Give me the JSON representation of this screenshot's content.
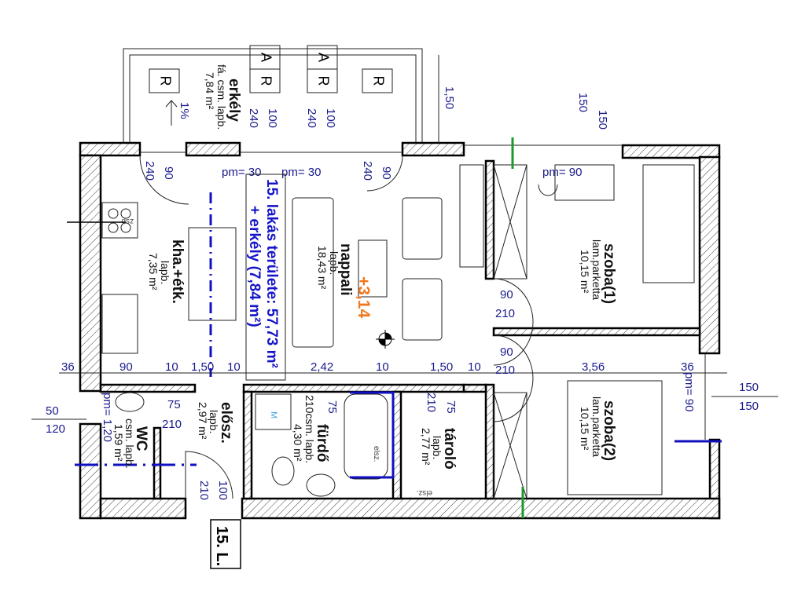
{
  "balcony": {
    "name": "erkély",
    "floor": "fá. csm. lapb.",
    "area": "7,84 m²",
    "slope": "1%"
  },
  "window_marks": {
    "R": "R",
    "A": "A"
  },
  "window_dims": {
    "w240": "240",
    "w100": "100",
    "w90": "90",
    "pm30": "pm= 30",
    "pm90": "pm= 90",
    "balcony_depth": "1,50",
    "t150": "150"
  },
  "apartment_label": {
    "line1": "15. lakás területe: 57,73 m²",
    "line2": "+ erkély (7,84 m²)"
  },
  "rooms": {
    "kitchen": {
      "name": "kha.+étk.",
      "floor": "lapb.",
      "area": "7,35 m²"
    },
    "living": {
      "name": "nappali",
      "floor": "lapb.",
      "area": "18,43 m²",
      "level": "+3,14"
    },
    "room1": {
      "name": "szoba(1)",
      "floor": "lam.parketta",
      "area": "10,15 m²"
    },
    "room2": {
      "name": "szoba(2)",
      "floor": "lam.parketta",
      "area": "10,15 m²"
    },
    "wc": {
      "name": "WC",
      "floor": "csm. lapb.",
      "area": "1,59 m²",
      "pm": "pm= 1,20"
    },
    "hall": {
      "name": "elősz.",
      "floor": "lapb.",
      "area": "2,97 m²"
    },
    "bath": {
      "name": "fürdő",
      "floor": "210csm. lapb.",
      "area": "4,30 m²"
    },
    "storage": {
      "name": "tároló",
      "floor": "lapb.",
      "area": "2,77 m²"
    }
  },
  "dimension_row": [
    "36",
    "90",
    "10",
    "1,50",
    "10",
    "2,42",
    "10",
    "1,50",
    "10",
    "3,56",
    "36"
  ],
  "door_dims": {
    "d90": "90",
    "d210": "210",
    "d75": "75",
    "d100": "100"
  },
  "side_dims": {
    "left_top": "50",
    "left_bottom": "120",
    "right_top": "150",
    "right_bottom": "150",
    "right_pm": "pm= 90"
  },
  "small_labels": {
    "zsp": "zsp",
    "elsz": "elsz.",
    "m": "M"
  },
  "stair_tag": "15. L.",
  "colors": {
    "dim": "#1a1a8c",
    "apartment": "#1515c8",
    "level": "#f07820",
    "axis": "#1010c0",
    "green": "#1a9a2a"
  }
}
